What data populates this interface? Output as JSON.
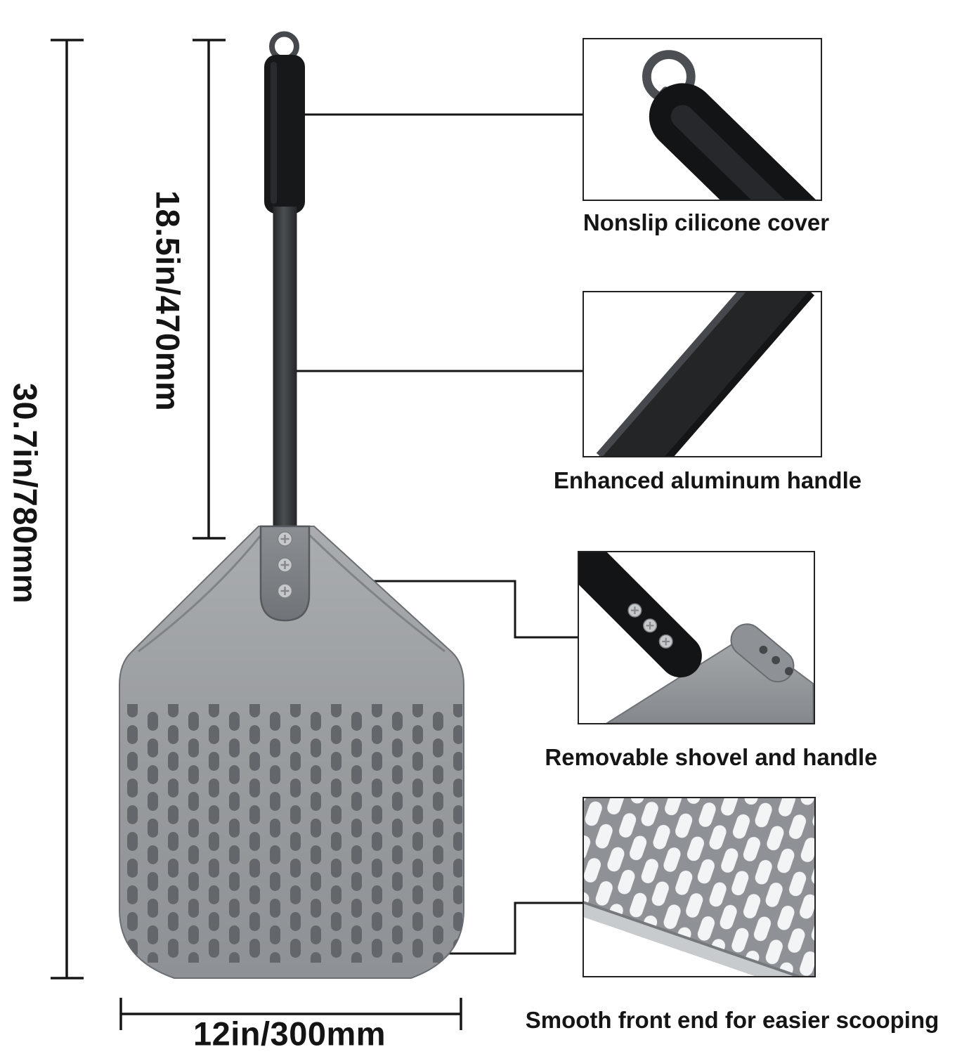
{
  "meta": {
    "title": "Perforated pizza peel product infographic"
  },
  "dimensions": {
    "total_length": "30.7in/780mm",
    "handle_length": "18.5in/470mm",
    "blade_width": "12in/300mm"
  },
  "callouts": [
    {
      "id": "silicone-cover",
      "label": "Nonslip cilicone cover"
    },
    {
      "id": "aluminum-handle",
      "label": "Enhanced aluminum handle"
    },
    {
      "id": "removable-joint",
      "label": "Removable shovel and handle"
    },
    {
      "id": "smooth-front",
      "label": "Smooth front end for easier scooping"
    }
  ],
  "colors": {
    "background": "#ffffff",
    "line": "#161616",
    "blade_gray": "#9a9da0",
    "hole_gray": "#63676b",
    "handle_black": "#17181a"
  }
}
